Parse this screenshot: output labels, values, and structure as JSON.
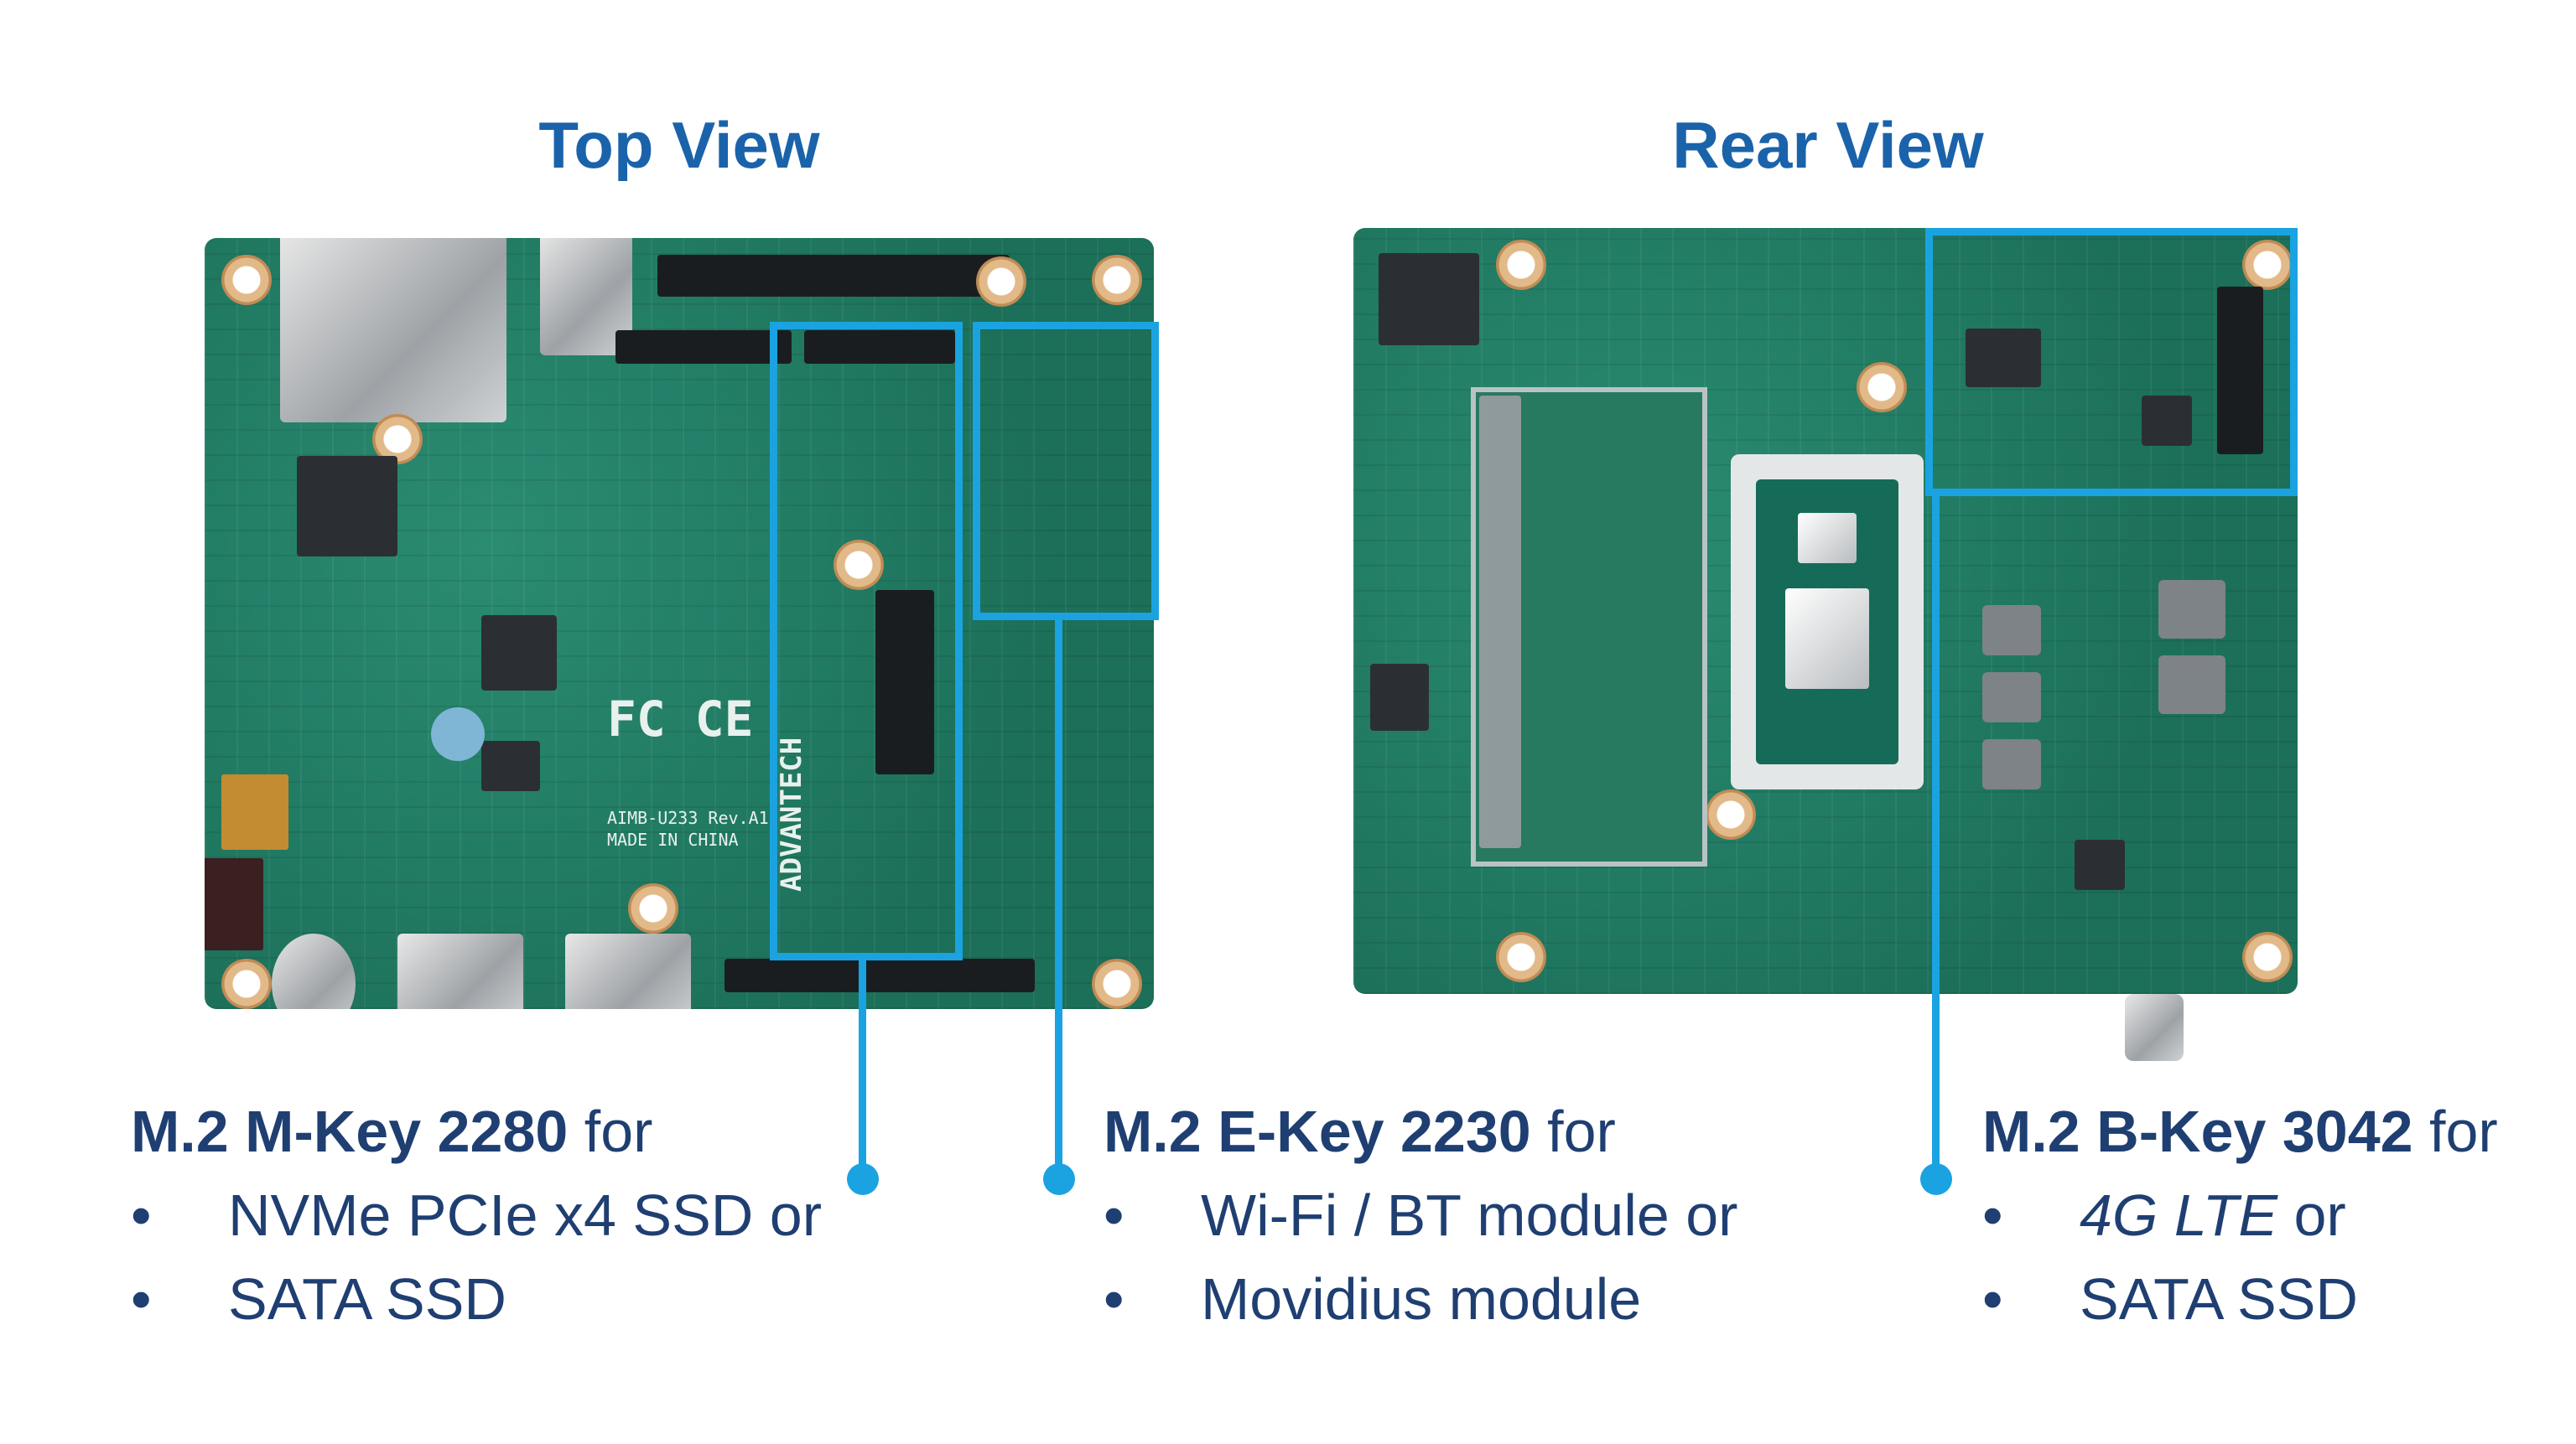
{
  "titles": {
    "top": "Top View",
    "rear": "Rear View"
  },
  "colors": {
    "title": "#1a63ab",
    "label_text": "#1f3f72",
    "highlight": "#1aa3e0",
    "pcb": "#1f7b63"
  },
  "board_print": {
    "brand": "ADVANTECH",
    "sub": "AIMB-U233 Rev.A1",
    "made": "MADE IN CHINA",
    "fcc": "FC CE"
  },
  "labels": [
    {
      "heading_bold": "M.2 M-Key 2280",
      "heading_rest": " for",
      "bullets": [
        "NVMe PCIe x4 SSD or",
        "SATA SSD"
      ]
    },
    {
      "heading_bold": "M.2 E-Key 2230",
      "heading_rest": " for",
      "bullets": [
        "Wi-Fi / BT module or",
        "Movidius module"
      ]
    },
    {
      "heading_bold": "M.2 B-Key 3042",
      "heading_rest": " for",
      "bullets": [
        "4G LTE",
        "SATA SSD"
      ],
      "bullet_suffix": " or"
    }
  ]
}
